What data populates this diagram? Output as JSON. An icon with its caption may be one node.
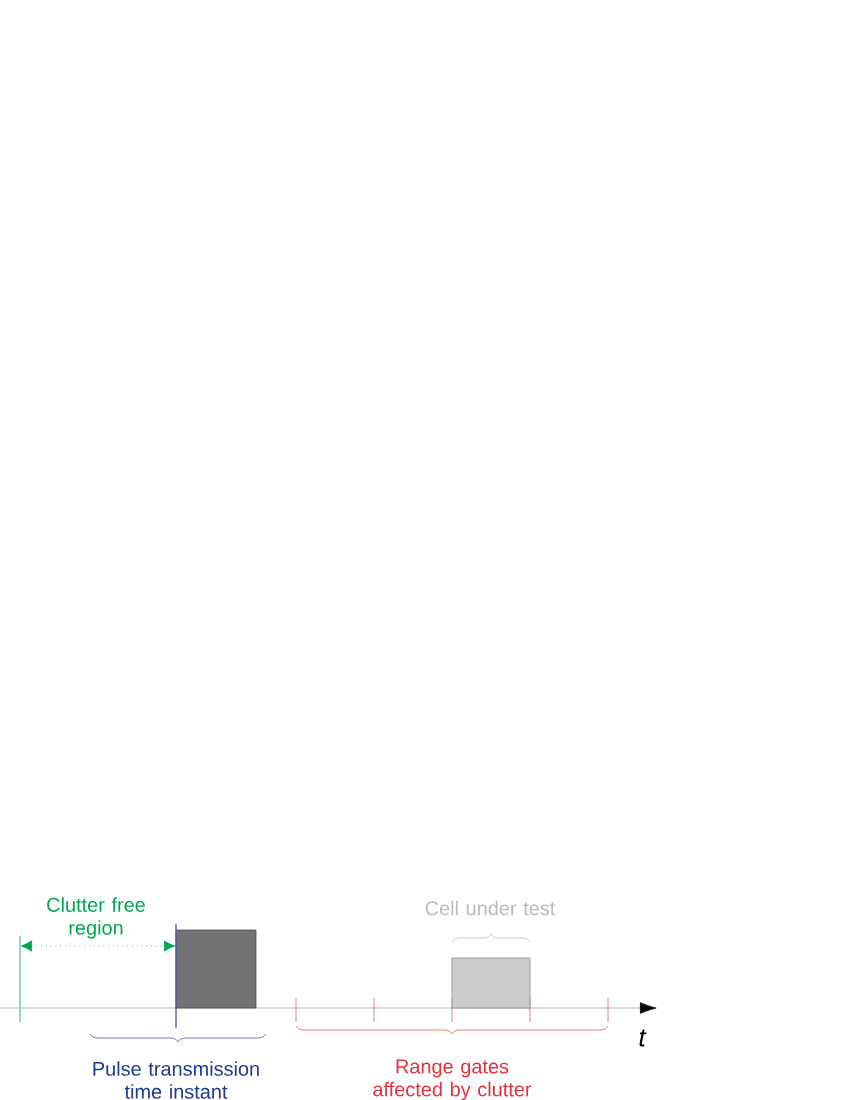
{
  "diagram": {
    "labels": [
      "Clutter free region",
      "Cell under test",
      "t",
      "Pulse transmission time instant",
      "Range gates affected by clutter"
    ]
  }
}
